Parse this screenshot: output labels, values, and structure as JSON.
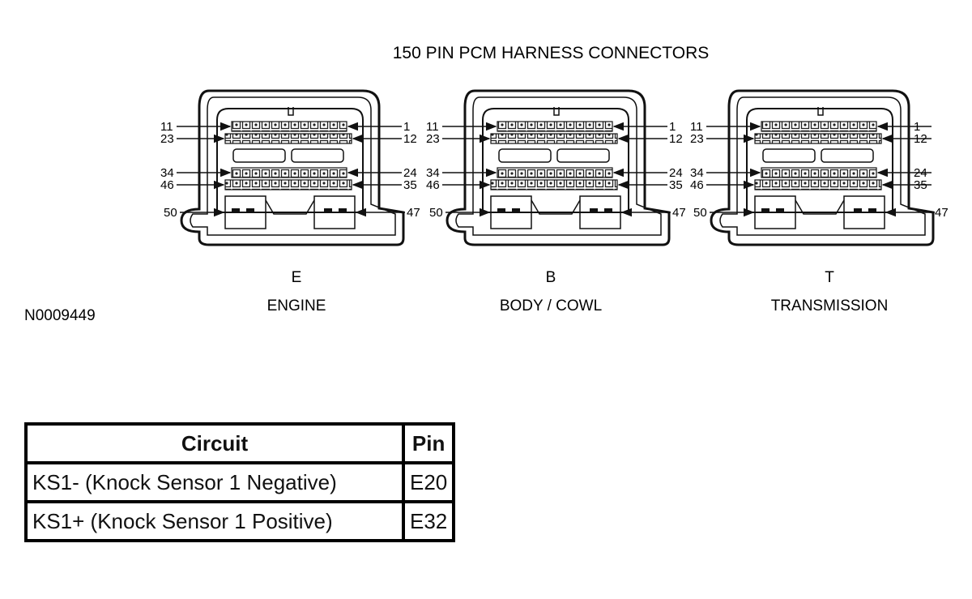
{
  "diagram": {
    "title": "150 PIN PCM HARNESS CONNECTORS",
    "figure_id": "N0009449",
    "connectors": [
      {
        "letter": "E",
        "name": "ENGINE"
      },
      {
        "letter": "B",
        "name": "BODY / COWL"
      },
      {
        "letter": "T",
        "name": "TRANSMISSION"
      }
    ],
    "pin_labels": {
      "row1_left": "11",
      "row1_right": "1",
      "row2_left": "23",
      "row2_right": "12",
      "row3_left": "34",
      "row3_right": "24",
      "row4_left": "46",
      "row4_right": "35",
      "row5_left": "50",
      "row5_right": "47"
    }
  },
  "table": {
    "headers": [
      "Circuit",
      "Pin"
    ],
    "rows": [
      {
        "circuit": "KS1- (Knock Sensor 1 Negative)",
        "pin": "E20"
      },
      {
        "circuit": "KS1+ (Knock Sensor 1 Positive)",
        "pin": "E32"
      }
    ]
  }
}
